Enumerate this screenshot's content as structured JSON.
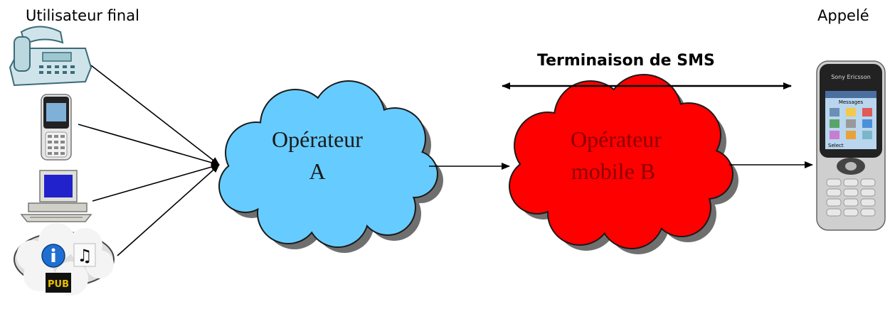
{
  "labels": {
    "end_user": "Utilisateur final",
    "callee": "Appelé",
    "sms_termination": "Terminaison de SMS"
  },
  "clouds": {
    "operator_a": {
      "line1": "Opérateur",
      "line2": "A",
      "color": "#66CCFF"
    },
    "operator_b": {
      "line1": "Opérateur",
      "line2": "mobile B",
      "color": "#FF0000"
    }
  },
  "devices": {
    "phone_brand": "Sony Ericsson",
    "phone_screen_title": "Messages",
    "phone_softkey": "Select",
    "pub_badge": "PUB"
  },
  "colors": {
    "cloud_outline": "#1A1A1A",
    "shadow": "#777777",
    "arrow": "#000000"
  }
}
